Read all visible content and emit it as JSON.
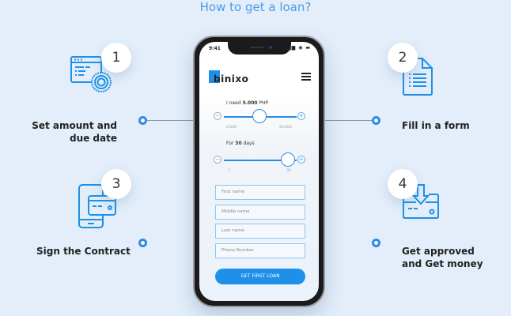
{
  "page": {
    "title": "How to get a loan?"
  },
  "colors": {
    "accent": "#2f8ae5",
    "title": "#4a9ce8",
    "background": "#e3eefa",
    "button": "#1e90e8"
  },
  "steps": [
    {
      "number": "1",
      "label": "Set amount and due date",
      "icon": "browser-settings-icon"
    },
    {
      "number": "2",
      "label": "Fill in a form",
      "icon": "document-icon"
    },
    {
      "number": "3",
      "label": "Sign the Contract",
      "icon": "phone-card-icon"
    },
    {
      "number": "4",
      "label": "Get approved and Get money",
      "icon": "card-download-icon"
    }
  ],
  "phone": {
    "status_bar": {
      "time": "9:41",
      "icons": "▂▄▆ ◉ ▬"
    },
    "app": {
      "logo": "binixo",
      "menu_icon": "hamburger-icon"
    },
    "amount_slider": {
      "label_prefix": "I need ",
      "value": "5.000",
      "unit": " PHP",
      "min": "2.000",
      "max": "20.000",
      "minus": "−",
      "plus": "+"
    },
    "days_slider": {
      "label_prefix": "For ",
      "value": "30",
      "unit": " days",
      "min": "7",
      "max": "30",
      "minus": "−",
      "plus": "+"
    },
    "form": {
      "first_name_placeholder": "First name",
      "middle_name_placeholder": "Middle name",
      "last_name_placeholder": "Last name",
      "phone_placeholder": "Phone Number",
      "submit_label": "GET FIRST LOAN"
    }
  }
}
